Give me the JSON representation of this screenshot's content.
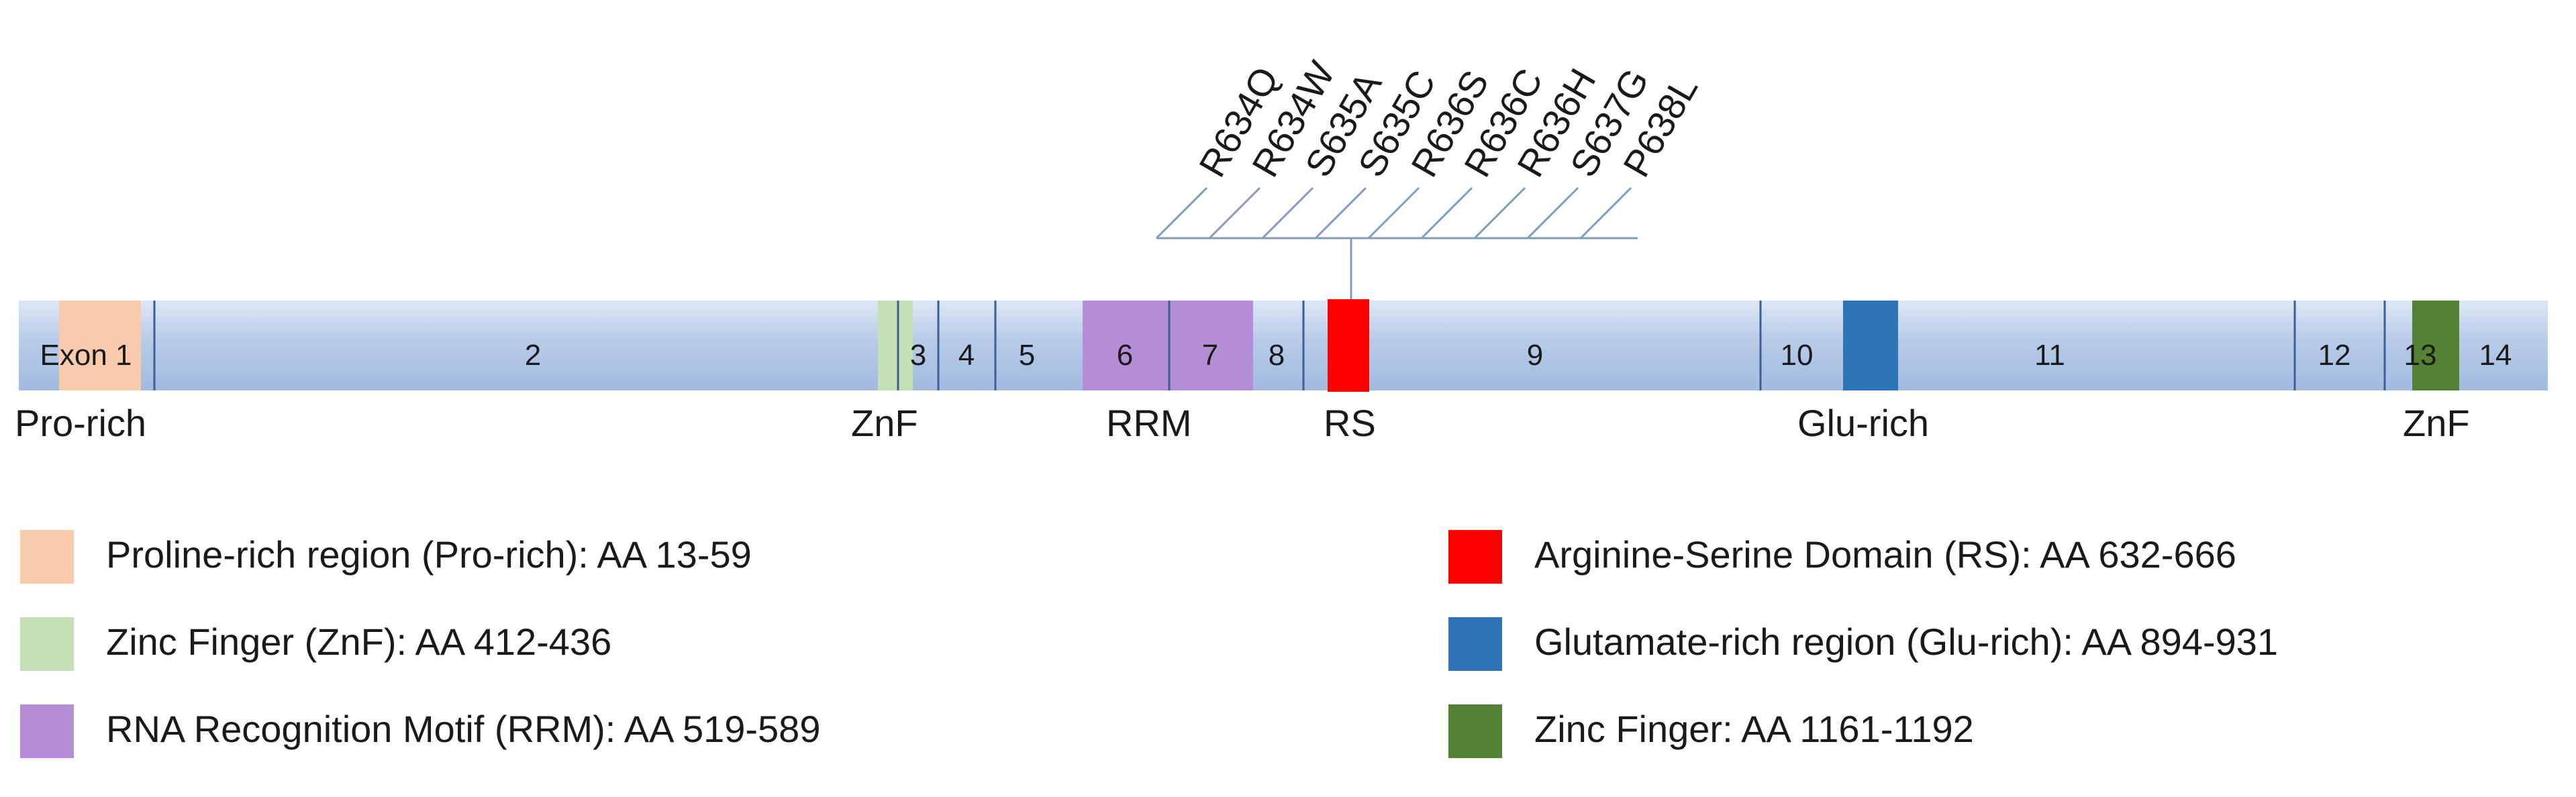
{
  "mutations": [
    "R634Q",
    "R634W",
    "S635A",
    "S635C",
    "R636S",
    "R636C",
    "R636H",
    "S637G",
    "P638L"
  ],
  "exons": [
    {
      "label": "Exon 1"
    },
    {
      "label": "2"
    },
    {
      "label": "3"
    },
    {
      "label": "4"
    },
    {
      "label": "5"
    },
    {
      "label": "6"
    },
    {
      "label": "7"
    },
    {
      "label": "8"
    },
    {
      "label": "9"
    },
    {
      "label": "10"
    },
    {
      "label": "11"
    },
    {
      "label": "12"
    },
    {
      "label": "13"
    },
    {
      "label": "14"
    }
  ],
  "domain_labels": {
    "pro_rich": "Pro-rich",
    "znf_1": "ZnF",
    "rrm": "RRM",
    "rs": "RS",
    "glu_rich": "Glu-rich",
    "znf_2": "ZnF"
  },
  "colors": {
    "bar_top": "#dde7f5",
    "bar_mid": "#b7cbe8",
    "bar_bottom": "#a2bbe0",
    "divider": "#3d5f96",
    "pro_rich": "#f8cbad",
    "znf": "#c5e0b4",
    "rrm": "#b48fd8",
    "rs": "#ff0000",
    "glu_rich": "#2e75b6",
    "znf_c": "#548235",
    "leader_line": "#7f9bc4"
  },
  "legend": [
    {
      "text": "Proline-rich region (Pro-rich): AA 13-59",
      "color": "#f8cbad"
    },
    {
      "text": "Zinc Finger (ZnF): AA 412-436",
      "color": "#c5e0b4"
    },
    {
      "text": "RNA Recognition Motif (RRM): AA 519-589",
      "color": "#b48fd8"
    },
    {
      "text": "Arginine-Serine  Domain (RS): AA 632-666",
      "color": "#ff0000"
    },
    {
      "text": "Glutamate-rich region (Glu-rich): AA 894-931",
      "color": "#2e75b6"
    },
    {
      "text": "Zinc Finger: AA 1161-1192",
      "color": "#548235"
    }
  ]
}
